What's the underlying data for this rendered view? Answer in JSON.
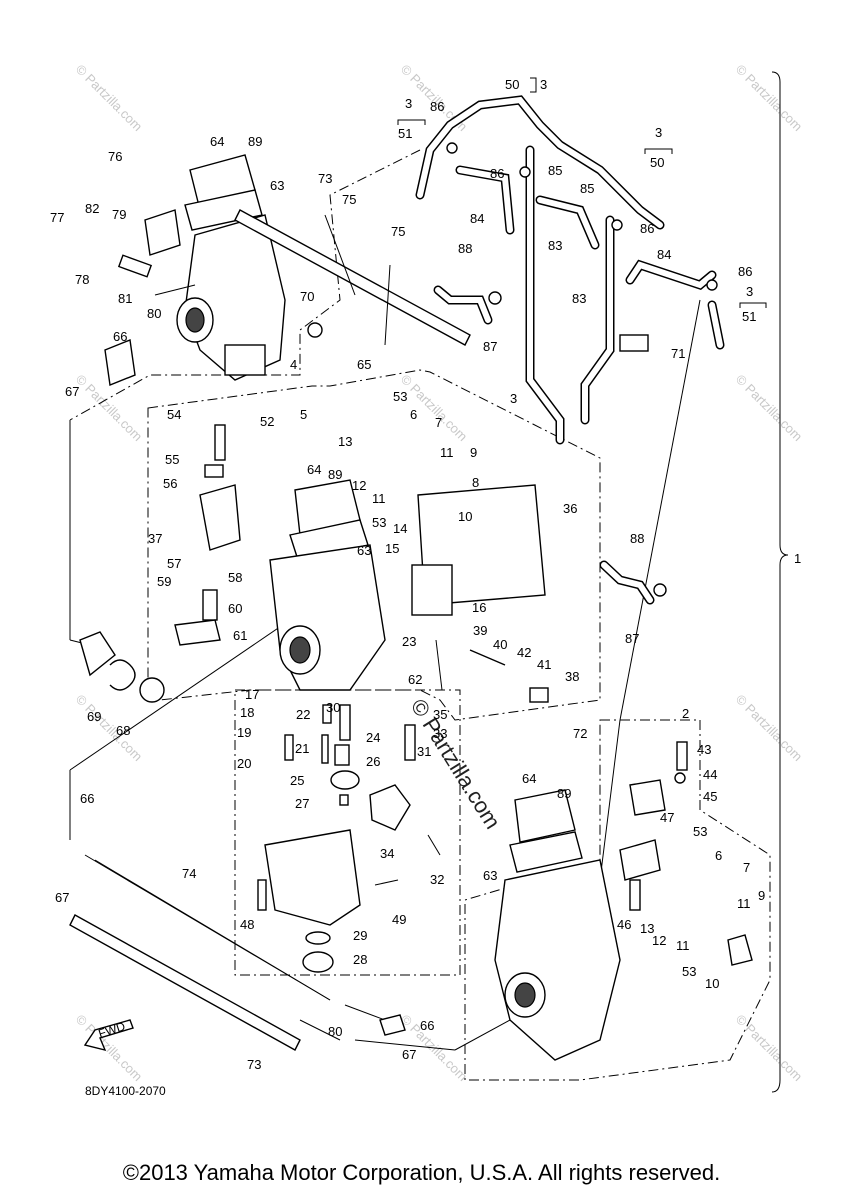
{
  "diagram_code": "8DY4100-2070",
  "fwd_label": "FWD",
  "watermark_text": "© Partzilla.com",
  "watermark_center": "© Partzilla.com",
  "copyright": "©2013 Yamaha Motor Corporation, U.S.A. All rights reserved.",
  "callouts": [
    "1",
    "2",
    "3",
    "4",
    "5",
    "6",
    "7",
    "8",
    "9",
    "10",
    "11",
    "12",
    "13",
    "14",
    "15",
    "16",
    "17",
    "18",
    "19",
    "20",
    "21",
    "22",
    "23",
    "24",
    "25",
    "26",
    "27",
    "28",
    "29",
    "30",
    "31",
    "32",
    "33",
    "34",
    "35",
    "36",
    "37",
    "38",
    "39",
    "40",
    "41",
    "42",
    "43",
    "44",
    "45",
    "46",
    "47",
    "48",
    "49",
    "50",
    "51",
    "52",
    "53",
    "54",
    "55",
    "56",
    "57",
    "58",
    "59",
    "60",
    "61",
    "62",
    "63",
    "64",
    "65",
    "66",
    "67",
    "68",
    "69",
    "70",
    "71",
    "72",
    "73",
    "74",
    "75",
    "76",
    "77",
    "78",
    "79",
    "80",
    "81",
    "82",
    "83",
    "84",
    "85",
    "86",
    "87",
    "88",
    "89"
  ]
}
